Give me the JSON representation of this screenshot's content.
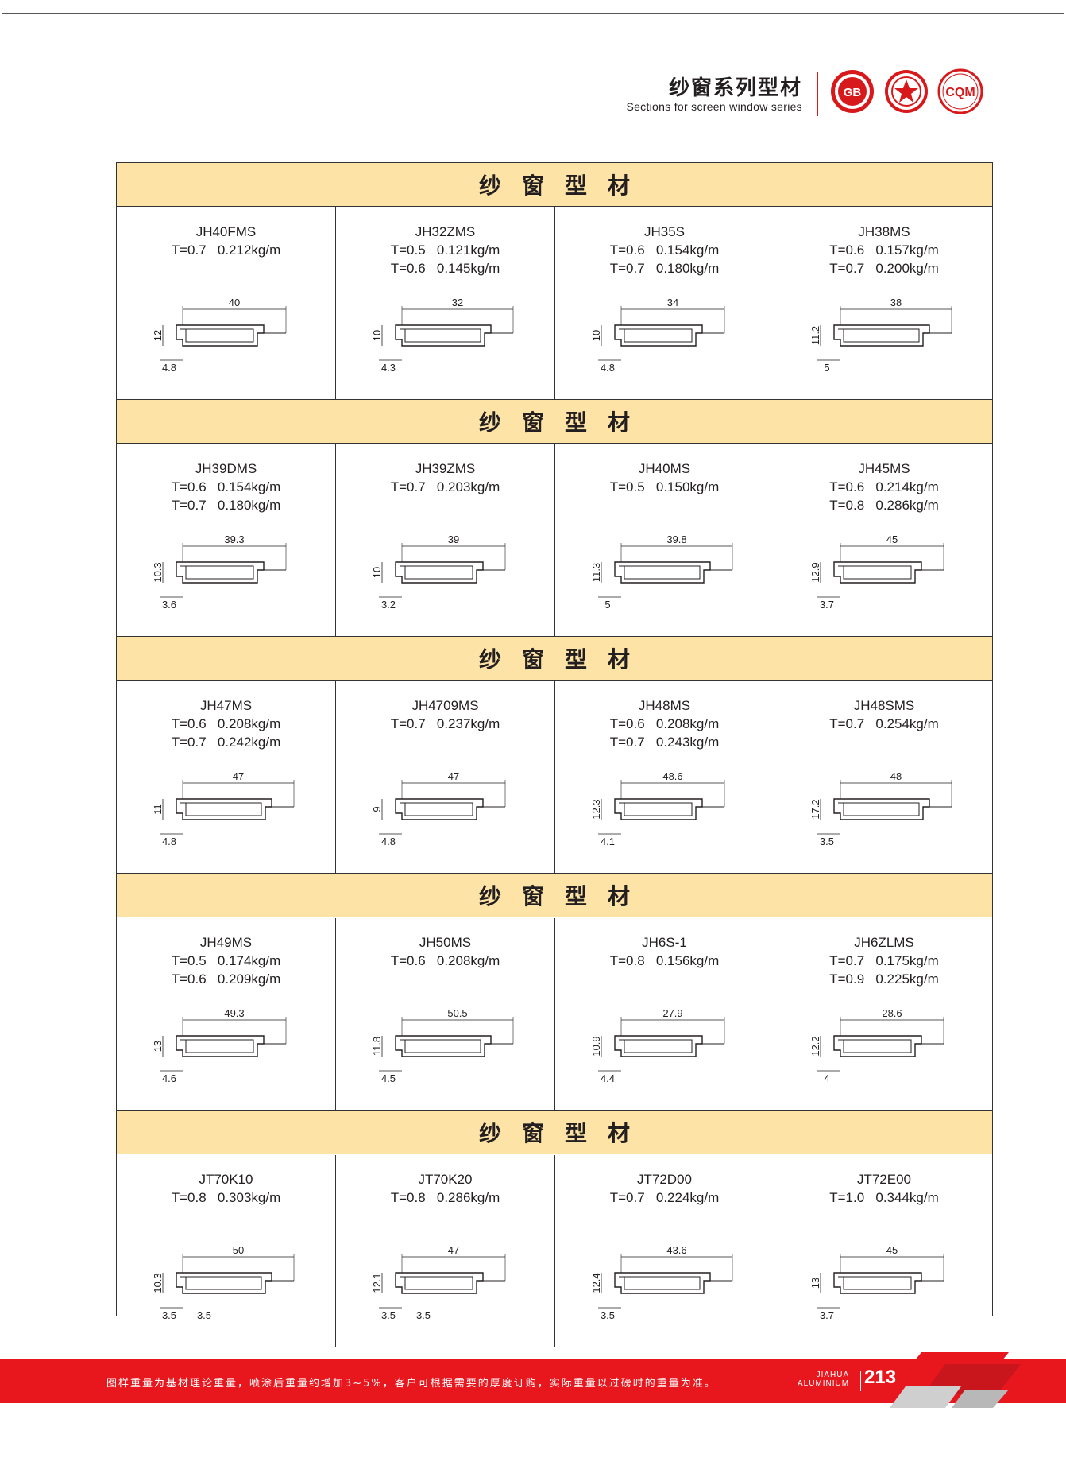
{
  "header": {
    "title": "纱窗系列型材",
    "subtitle": "Sections for screen window series",
    "logos": [
      "gb-certification-logo",
      "quality-seal-logo",
      "cqm-certification-logo"
    ],
    "logo_labels": [
      "GB",
      "CQM"
    ]
  },
  "band_title": "纱窗型材",
  "rows": [
    [
      {
        "code": "JH40FMS",
        "specs": [
          "T=0.7   0.212kg/m"
        ],
        "dims": [
          "40",
          "12",
          "4.8"
        ]
      },
      {
        "code": "JH32ZMS",
        "specs": [
          "T=0.5   0.121kg/m",
          "T=0.6   0.145kg/m"
        ],
        "dims": [
          "32",
          "10",
          "4.3"
        ]
      },
      {
        "code": "JH35S",
        "specs": [
          "T=0.6   0.154kg/m",
          "T=0.7   0.180kg/m"
        ],
        "dims": [
          "34",
          "10",
          "4.8"
        ]
      },
      {
        "code": "JH38MS",
        "specs": [
          "T=0.6   0.157kg/m",
          "T=0.7   0.200kg/m"
        ],
        "dims": [
          "38",
          "11.2",
          "5"
        ]
      }
    ],
    [
      {
        "code": "JH39DMS",
        "specs": [
          "T=0.6   0.154kg/m",
          "T=0.7   0.180kg/m"
        ],
        "dims": [
          "39.3",
          "10.3",
          "3.6"
        ]
      },
      {
        "code": "JH39ZMS",
        "specs": [
          "T=0.7   0.203kg/m"
        ],
        "dims": [
          "39",
          "10",
          "3.2"
        ]
      },
      {
        "code": "JH40MS",
        "specs": [
          "T=0.5   0.150kg/m"
        ],
        "dims": [
          "39.8",
          "11.3",
          "5"
        ]
      },
      {
        "code": "JH45MS",
        "specs": [
          "T=0.6   0.214kg/m",
          "T=0.8   0.286kg/m"
        ],
        "dims": [
          "45",
          "12.9",
          "3.7"
        ]
      }
    ],
    [
      {
        "code": "JH47MS",
        "specs": [
          "T=0.6   0.208kg/m",
          "T=0.7   0.242kg/m"
        ],
        "dims": [
          "47",
          "11",
          "4.8"
        ]
      },
      {
        "code": "JH4709MS",
        "specs": [
          "T=0.7   0.237kg/m"
        ],
        "dims": [
          "47",
          "9",
          "4.8"
        ]
      },
      {
        "code": "JH48MS",
        "specs": [
          "T=0.6   0.208kg/m",
          "T=0.7   0.243kg/m"
        ],
        "dims": [
          "48.6",
          "12.3",
          "4.1"
        ]
      },
      {
        "code": "JH48SMS",
        "specs": [
          "T=0.7   0.254kg/m"
        ],
        "dims": [
          "48",
          "17.2",
          "3.5"
        ]
      }
    ],
    [
      {
        "code": "JH49MS",
        "specs": [
          "T=0.5   0.174kg/m",
          "T=0.6   0.209kg/m"
        ],
        "dims": [
          "49.3",
          "13",
          "4.6"
        ]
      },
      {
        "code": "JH50MS",
        "specs": [
          "T=0.6   0.208kg/m"
        ],
        "dims": [
          "50.5",
          "11.8",
          "4.5"
        ]
      },
      {
        "code": "JH6S-1",
        "specs": [
          "T=0.8   0.156kg/m"
        ],
        "dims": [
          "27.9",
          "10.9",
          "4.4"
        ]
      },
      {
        "code": "JH6ZLMS",
        "specs": [
          "T=0.7   0.175kg/m",
          "T=0.9   0.225kg/m"
        ],
        "dims": [
          "28.6",
          "12.2",
          "4"
        ]
      }
    ],
    [
      {
        "code": "JT70K10",
        "specs": [
          "T=0.8   0.303kg/m"
        ],
        "dims": [
          "50",
          "10.3",
          "3.5",
          "3.5"
        ]
      },
      {
        "code": "JT70K20",
        "specs": [
          "T=0.8   0.286kg/m"
        ],
        "dims": [
          "47",
          "12.1",
          "3.5",
          "3.5"
        ]
      },
      {
        "code": "JT72D00",
        "specs": [
          "T=0.7   0.224kg/m"
        ],
        "dims": [
          "43.6",
          "12.4",
          "3.5"
        ]
      },
      {
        "code": "JT72E00",
        "specs": [
          "T=1.0   0.344kg/m"
        ],
        "dims": [
          "45",
          "13",
          "3.7"
        ]
      }
    ]
  ],
  "footer": {
    "note": "图样重量为基材理论重量，喷涂后重量约增加3~5%，客户可根据需要的厚度订购，实际重量以过磅时的重量为准。",
    "brand_line1": "JIAHUA",
    "brand_line2": "ALUMINIUM",
    "page_number": "213"
  },
  "colors": {
    "band": "#fde4a6",
    "footer_red": "#e8161d",
    "accent_red": "#d7191c"
  }
}
